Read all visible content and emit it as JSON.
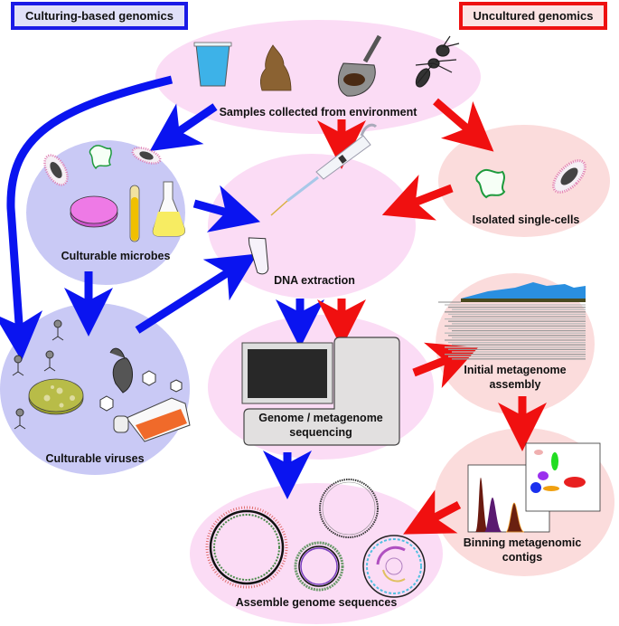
{
  "headers": {
    "left": "Culturing-based genomics",
    "right": "Uncultured genomics"
  },
  "colors": {
    "culturing_arrow": "#0a14f0",
    "uncultured_arrow": "#f01010",
    "culturing_box_border": "#1a1ae6",
    "culturing_box_fill": "#e0e0f8",
    "uncultured_box_border": "#ee1111",
    "uncultured_box_fill": "#fbe3e3",
    "pink_node": "#fbdcf5",
    "blue_node": "#c9c9f5",
    "salmon_node": "#fbdcdc"
  },
  "nodes": {
    "samples": {
      "label": "Samples collected from environment",
      "icons": [
        "water-cup",
        "feces",
        "soil-shovel",
        "ant"
      ]
    },
    "culturable_microbes": {
      "label": "Culturable microbes",
      "icons": [
        "bacterium",
        "amoeba",
        "bacterium",
        "petri-dish",
        "test-tube",
        "flask"
      ]
    },
    "dna_extraction": {
      "label": "DNA extraction",
      "icons": [
        "pipette",
        "tube"
      ]
    },
    "isolated_single_cells": {
      "label": "Isolated single-cells",
      "icons": [
        "amoeba",
        "bacterium"
      ]
    },
    "culturable_viruses": {
      "label": "Culturable viruses",
      "icons": [
        "phage",
        "phage",
        "phage",
        "phage",
        "plaque-plate",
        "mouse",
        "virus",
        "virus",
        "virus",
        "culture-flask"
      ]
    },
    "sequencing": {
      "label_line1": "Genome / metagenome",
      "label_line2": "sequencing",
      "icons": [
        "sequencer"
      ]
    },
    "initial_assembly": {
      "label_line1": "Initial metagenome",
      "label_line2": "assembly",
      "icons": [
        "read-pileup"
      ]
    },
    "binning": {
      "label_line1": "Binning metagenomic",
      "label_line2": "contigs",
      "icons": [
        "histogram",
        "scatter-plot"
      ]
    },
    "assemble": {
      "label": "Assemble genome sequences",
      "icons": [
        "circular-genome",
        "circular-genome",
        "circular-genome",
        "circular-genome"
      ]
    }
  },
  "edges": [
    {
      "from": "samples",
      "to": "culturable_microbes",
      "type": "culturing"
    },
    {
      "from": "samples",
      "to": "culturable_viruses",
      "type": "culturing"
    },
    {
      "from": "samples",
      "to": "dna_extraction",
      "type": "uncultured"
    },
    {
      "from": "samples",
      "to": "isolated_single_cells",
      "type": "uncultured"
    },
    {
      "from": "culturable_microbes",
      "to": "dna_extraction",
      "type": "culturing"
    },
    {
      "from": "culturable_microbes",
      "to": "culturable_viruses",
      "type": "culturing"
    },
    {
      "from": "culturable_viruses",
      "to": "dna_extraction",
      "type": "culturing"
    },
    {
      "from": "isolated_single_cells",
      "to": "dna_extraction",
      "type": "uncultured"
    },
    {
      "from": "dna_extraction",
      "to": "sequencing",
      "type": "culturing"
    },
    {
      "from": "dna_extraction",
      "to": "sequencing",
      "type": "uncultured"
    },
    {
      "from": "sequencing",
      "to": "initial_assembly",
      "type": "uncultured"
    },
    {
      "from": "initial_assembly",
      "to": "binning",
      "type": "uncultured"
    },
    {
      "from": "binning",
      "to": "assemble",
      "type": "uncultured"
    },
    {
      "from": "sequencing",
      "to": "assemble",
      "type": "culturing"
    }
  ]
}
